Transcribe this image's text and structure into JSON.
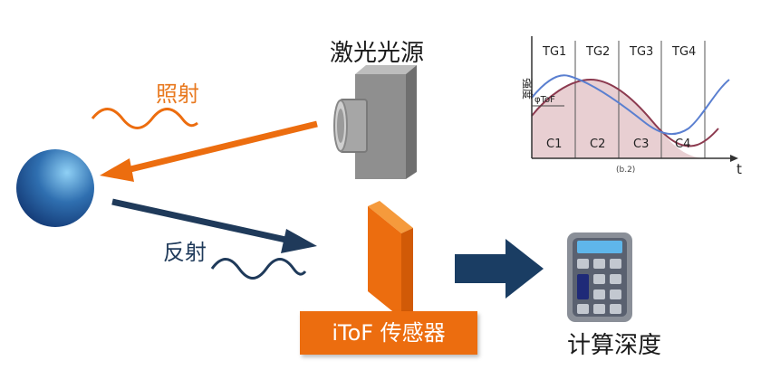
{
  "labels": {
    "laser_source": "激光光源",
    "illumination": "照射",
    "reflection": "反射",
    "sensor": "iToF 传感器",
    "compute_depth": "计算深度"
  },
  "plot": {
    "y_label": "强度",
    "x_label": "t",
    "caption": "(b.2)",
    "phase_label": "φToF",
    "gates": [
      "TG1",
      "TG2",
      "TG3",
      "TG4"
    ],
    "charges": [
      "C1",
      "C2",
      "C3",
      "C4"
    ]
  },
  "colors": {
    "orange": "#ec6d0f",
    "navy": "#1f3a5a",
    "emitted_wave": "#8c3a4f",
    "reflected_wave": "#5a7fd0",
    "pulse_fill": "#e8cfd2"
  }
}
